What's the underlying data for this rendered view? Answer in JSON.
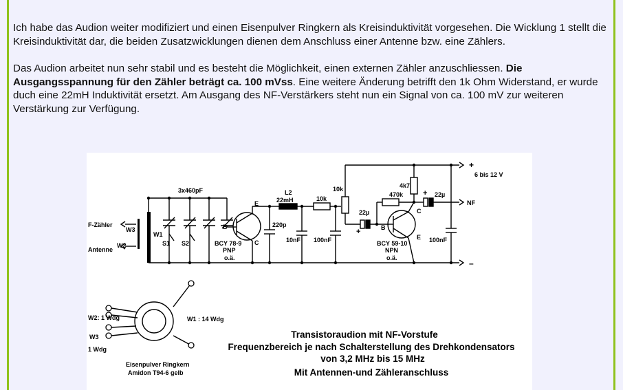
{
  "article": {
    "p1": "Ich habe das Audion weiter modifiziert und einen Eisenpulver Ringkern als Kreisinduktivität vorgesehen. Die Wicklung 1 stellt die Kreisinduktivität dar, die beiden Zusatzwicklungen dienen dem Anschluss einer Antenne bzw. eine Zählers.",
    "p2_start": "Das Audion arbeitet nun sehr stabil und es besteht die Möglichkeit, einen externen Zähler anzuschliessen. ",
    "p2_bold": "Die Ausgangsspannung für den Zähler beträgt ca. 100 mVss",
    "p2_end": ". Eine weitere Änderung betrifft den 1k Ohm Widerstand, er wurde duch eine 22mH Induktivität ersetzt. Am Ausgang des NF-Verstärkers steht nun ein Signal von ca. 100 mV zur weiteren Verstärkung zur Verfügung."
  },
  "schematic": {
    "labels": {
      "supply_plus": "+",
      "supply_voltage": "6 bis 12 V",
      "supply_minus": "–",
      "cap_bank": "3x460pF",
      "l2_name": "L2",
      "l2_value": "22mH",
      "r_10k_series": "10k",
      "r_10k_pot": "10k",
      "r_4k7": "4k7",
      "r_470k": "470k",
      "c_22u_out": "22µ",
      "c_22u_coupling": "22µ",
      "nf_out": "NF",
      "f_zaehler": "F-Zähler",
      "antenne": "Antenne",
      "w3": "W3",
      "w2": "W2",
      "w1": "W1",
      "s1": "S1",
      "s2": "S2",
      "b1": "B",
      "e1": "E",
      "c1": "C",
      "t1_type": "BCY 78-9",
      "t1_polarity": "PNP",
      "t1_equiv": "o.ä.",
      "c_220p": "220p",
      "c_10nf": "10nF",
      "c_100nf_1": "100nF",
      "c_100nf_2": "100nF",
      "b2": "B",
      "c2": "C",
      "e2": "E",
      "t2_type": "BCY 59-10",
      "t2_polarity": "NPN",
      "t2_equiv": "o.ä.",
      "cap_plus": "+",
      "cap_plus_2": "+"
    },
    "toroid": {
      "w2": "W2: 1 Wdg",
      "w3": "W3",
      "w3_turns": "1 Wdg",
      "w1": "W1 : 14 Wdg",
      "core_name": "Eisenpulver Ringkern",
      "core_type": "Amidon T94-6 gelb"
    },
    "title_lines": [
      "Transistoraudion mit NF-Vorstufe",
      "Frequenzbereich je nach Schalterstellung des Drehkondensators",
      "von 3,2 MHz bis 15 MHz",
      "Mit Antennen-und Zähleranschluss"
    ]
  }
}
